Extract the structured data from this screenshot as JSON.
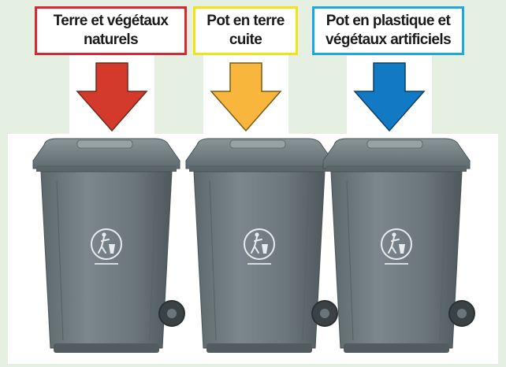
{
  "labels": [
    {
      "lines": [
        "Terre et végétaux",
        "naturels"
      ],
      "color": "#d9282f"
    },
    {
      "lines": [
        "Pot en terre",
        "cuite"
      ],
      "color": "#f5e216"
    },
    {
      "lines": [
        "Pot en plastique et",
        "végétaux artificiels"
      ],
      "color": "#1fa7df"
    }
  ],
  "arrows": [
    {
      "color": "#d43a2c",
      "icon": "arrow-down-icon"
    },
    {
      "color": "#f9b63c",
      "icon": "arrow-down-icon"
    },
    {
      "color": "#1279c4",
      "icon": "arrow-down-icon"
    }
  ],
  "bins": {
    "count": 3,
    "color": "#6a767b",
    "icon": "recycle-person-icon"
  }
}
